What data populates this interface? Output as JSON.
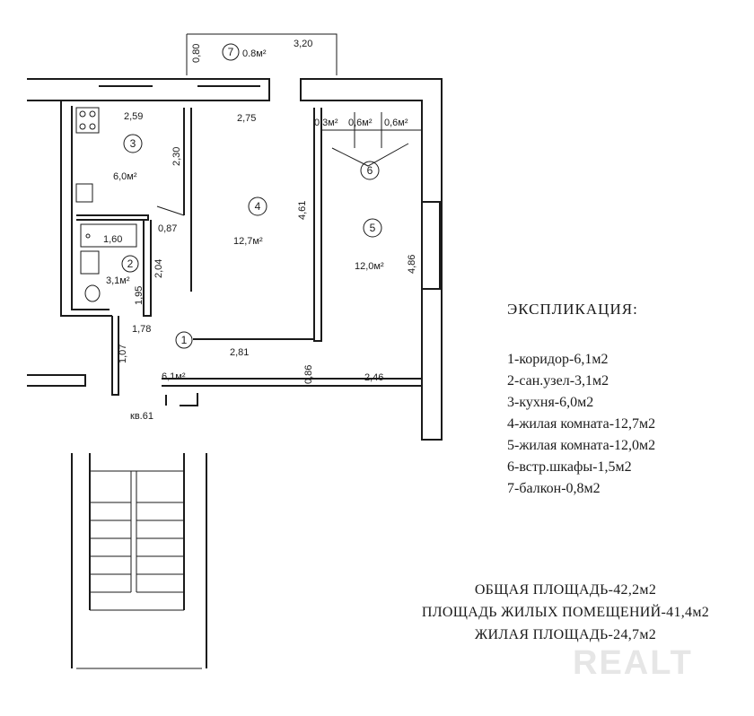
{
  "balcony": {
    "number": "7",
    "area": "0.8м²",
    "depth": "0,80",
    "width": "3,20"
  },
  "kitchen": {
    "number": "3",
    "area": "6,0м²",
    "width": "2,59",
    "side": "2,30",
    "door": "0,87"
  },
  "room4": {
    "number": "4",
    "area": "12,7м²",
    "width": "2,75",
    "height": "4,61",
    "bottom": "2,81"
  },
  "room5": {
    "number": "5",
    "area": "12,0м²",
    "height": "4,86",
    "bottom": "2,46"
  },
  "wardrobes": {
    "number": "6",
    "a": "0,3м²",
    "b": "0,6м²",
    "c": "0,6м²"
  },
  "bath": {
    "number": "2",
    "area": "3,1м²",
    "tub": "1,60",
    "h1": "2,04",
    "h2": "1,95",
    "w": "1,78"
  },
  "corridor": {
    "number": "1",
    "area": "6,1м²",
    "w": "1,07",
    "door": "0,86"
  },
  "apartment_label": "кв.61",
  "explication": {
    "title": "ЭКСПЛИКАЦИЯ:",
    "items": [
      "1-коридор-6,1м2",
      "2-сан.узел-3,1м2",
      "3-кухня-6,0м2",
      "4-жилая комната-12,7м2",
      "5-жилая комната-12,0м2",
      "6-встр.шкафы-1,5м2",
      "7-балкон-0,8м2"
    ]
  },
  "totals": [
    "ОБЩАЯ ПЛОЩАДЬ-42,2м2",
    "ПЛОЩАДЬ ЖИЛЫХ ПОМЕЩЕНИЙ-41,4м2",
    "ЖИЛАЯ ПЛОЩАДЬ-24,7м2"
  ],
  "watermark": "REALT"
}
